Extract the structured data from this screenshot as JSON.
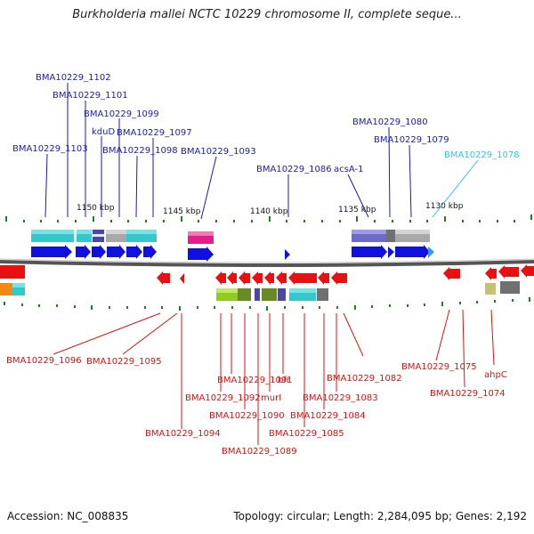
{
  "title": "Burkholderia mallei NCTC 10229 chromosome II, complete seque...",
  "footer": {
    "accession": "Accession: NC_008835",
    "summary": "Topology: circular; Length: 2,284,095 bp; Genes: 2,192"
  },
  "scale": {
    "ticks": [
      {
        "label": "1150 kbp"
      },
      {
        "label": "1145 kbp"
      },
      {
        "label": "1140 kbp"
      },
      {
        "label": "1135 kbp"
      },
      {
        "label": "1130 kbp"
      }
    ]
  },
  "colors": {
    "top_label": "#1a1ab8",
    "top_label_light": "#33c6e6",
    "bottom_label": "#e01010",
    "forward_arrow": "#1010e0",
    "reverse_arrow": "#e81010",
    "tick": "#208020",
    "backbone": "#555555"
  },
  "top_labels": [
    {
      "text": "BMA10229_1102"
    },
    {
      "text": "BMA10229_1101"
    },
    {
      "text": "BMA10229_1099"
    },
    {
      "text": "kduD"
    },
    {
      "text": "BMA10229_1097"
    },
    {
      "text": "BMA10229_1103"
    },
    {
      "text": "BMA10229_1098"
    },
    {
      "text": "BMA10229_1093"
    },
    {
      "text": "BMA10229_1086"
    },
    {
      "text": "acsA-1"
    },
    {
      "text": "BMA10229_1080"
    },
    {
      "text": "BMA10229_1079"
    },
    {
      "text": "BMA10229_1078"
    }
  ],
  "bottom_labels": [
    {
      "text": "BMA10229_1096"
    },
    {
      "text": "BMA10229_1095"
    },
    {
      "text": "BMA10229_1091"
    },
    {
      "text": "BMA10229_1092"
    },
    {
      "text": "murI"
    },
    {
      "text": "bfr"
    },
    {
      "text": "BMA10229_1090"
    },
    {
      "text": "BMA10229_1094"
    },
    {
      "text": "BMA10229_1089"
    },
    {
      "text": "BMA10229_1085"
    },
    {
      "text": "BMA10229_1084"
    },
    {
      "text": "BMA10229_1083"
    },
    {
      "text": "BMA10229_1082"
    },
    {
      "text": "BMA10229_1075"
    },
    {
      "text": "BMA10229_1074"
    },
    {
      "text": "ahpC"
    }
  ]
}
